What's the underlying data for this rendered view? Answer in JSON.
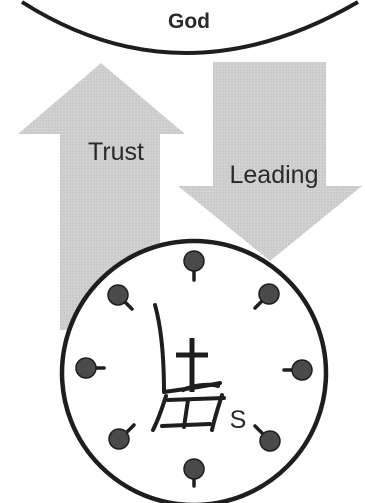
{
  "top_label": "God",
  "up_arrow_label": "Trust",
  "down_arrow_label": "Leading",
  "chair_label": "S",
  "colors": {
    "stroke": "#1e1e1e",
    "arrow_fill": "#cfcfcf",
    "arrow_shade": "#bdbdbd",
    "ball": "#4a4a4a",
    "background": "#ffffff"
  },
  "icons": [
    "cross-icon",
    "chair-icon"
  ]
}
